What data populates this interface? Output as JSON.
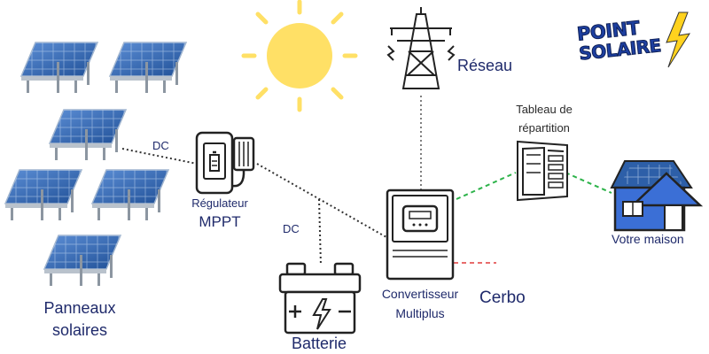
{
  "labels": {
    "dc_top": "DC",
    "dc_mid": "DC",
    "regulateur": "Régulateur",
    "mppt": "MPPT",
    "panneaux_line1": "Panneaux",
    "panneaux_line2": "solaires",
    "batterie": "Batterie",
    "convertisseur": "Convertisseur",
    "multiplus": "Multiplus",
    "cerbo": "Cerbo",
    "reseau": "Réseau",
    "tableau_line1": "Tableau de",
    "tableau_line2": "répartition",
    "maison": "Votre maison"
  },
  "logo": {
    "line1": "POINT",
    "line2": "SOLAIRE"
  },
  "colors": {
    "text_navy": "#1f2a6b",
    "panel_blue": "#2d5fa8",
    "sun_yellow": "#ffe066",
    "dc_line": "#333333",
    "ac_green": "#2db34a",
    "cerbo_red": "#e03b3b",
    "house_blue": "#3b6fd6"
  },
  "icons": [
    "solar-panel-icon",
    "sun-icon",
    "pylon-icon",
    "mppt-controller-icon",
    "battery-icon",
    "inverter-icon",
    "distribution-board-icon",
    "house-icon"
  ]
}
